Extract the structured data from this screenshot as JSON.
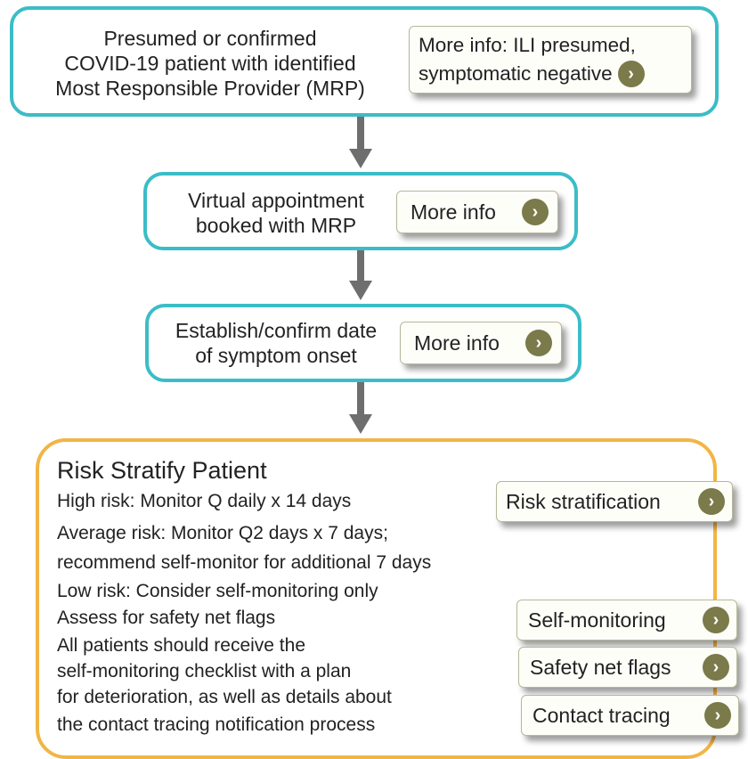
{
  "step1": {
    "lines": [
      "Presumed or confirmed",
      "COVID-19 patient with identified",
      "Most Responsible Provider (MRP)"
    ],
    "button_lines": [
      "More info: ILI presumed,",
      "symptomatic negative"
    ]
  },
  "step2": {
    "lines": [
      "Virtual appointment",
      "booked with MRP"
    ],
    "button": "More info"
  },
  "step3": {
    "lines": [
      "Establish/confirm date",
      "of symptom onset"
    ],
    "button": "More info"
  },
  "risk": {
    "title": "Risk Stratify Patient",
    "lines": [
      "High risk: Monitor Q daily x 14 days",
      "Average risk: Monitor Q2 days x 7 days;",
      "recommend self-monitor for additional 7 days",
      "Low risk: Consider self-monitoring only",
      "Assess for safety net flags",
      "All patients should receive the",
      "self-monitoring checklist with a plan",
      "for deterioration, as well as details about",
      "the contact tracing notification process"
    ],
    "buttons": {
      "risk_stratification": "Risk stratification",
      "self_monitoring": "Self-monitoring",
      "safety_net_flags": "Safety net flags",
      "contact_tracing": "Contact tracing"
    }
  },
  "icons": {
    "button_icon": "chevron-right-icon",
    "connector": "arrow-down-icon"
  },
  "colors": {
    "teal_border": "#3bbdc7",
    "gold_border": "#f2b545",
    "chevron_bg": "#7a7a4a",
    "arrow": "#6e6e6e"
  }
}
